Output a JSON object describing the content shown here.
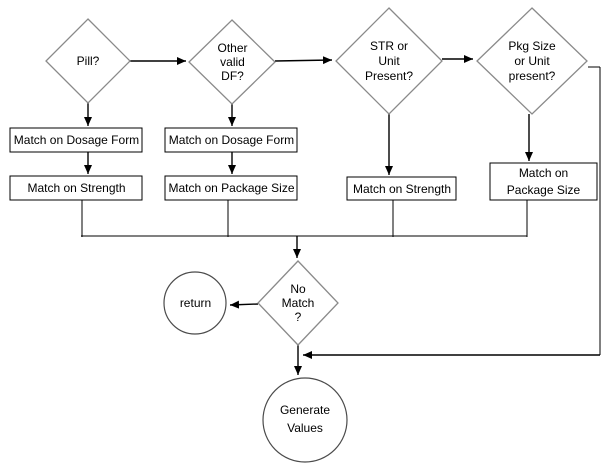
{
  "diagram": {
    "title": "drug matching flowchart",
    "type": "flowchart",
    "colors": {
      "background": "#ffffff",
      "connector": "#000000",
      "decision_border": "#8a8a8a",
      "process_border": "#000000",
      "terminal_border": "#4b4b4b",
      "text": "#000000"
    },
    "nodes": {
      "pill": {
        "shape": "diamond",
        "label": "Pill?"
      },
      "other_valid_df": {
        "shape": "diamond",
        "label": "Other\nvalid\nDF?"
      },
      "str_unit_present": {
        "shape": "diamond",
        "label": "STR or\nUnit\nPresent?"
      },
      "pkg_unit_present": {
        "shape": "diamond",
        "label": "Pkg Size\nor Unit\npresent?"
      },
      "match_dosage_form_1": {
        "shape": "rect",
        "label": "Match on Dosage Form"
      },
      "match_strength_1": {
        "shape": "rect",
        "label": "Match on Strength"
      },
      "match_dosage_form_2": {
        "shape": "rect",
        "label": "Match on Dosage Form"
      },
      "match_package_size_1": {
        "shape": "rect",
        "label": "Match on Package Size"
      },
      "match_strength_2": {
        "shape": "rect",
        "label": "Match on Strength"
      },
      "match_package_size_2": {
        "shape": "rect",
        "label": "Match on\nPackage Size"
      },
      "no_match": {
        "shape": "diamond",
        "label": "No\nMatch\n?"
      },
      "return": {
        "shape": "circle",
        "label": "return"
      },
      "generate_values": {
        "shape": "circle",
        "label": "Generate\nValues"
      }
    },
    "edges": [
      {
        "from": "pill",
        "to": "other_valid_df"
      },
      {
        "from": "other_valid_df",
        "to": "str_unit_present"
      },
      {
        "from": "str_unit_present",
        "to": "pkg_unit_present"
      },
      {
        "from": "pill",
        "to": "match_dosage_form_1"
      },
      {
        "from": "match_dosage_form_1",
        "to": "match_strength_1"
      },
      {
        "from": "other_valid_df",
        "to": "match_dosage_form_2"
      },
      {
        "from": "match_dosage_form_2",
        "to": "match_package_size_1"
      },
      {
        "from": "str_unit_present",
        "to": "match_strength_2"
      },
      {
        "from": "pkg_unit_present",
        "to": "match_package_size_2"
      },
      {
        "from": "match_strength_1",
        "to": "no_match"
      },
      {
        "from": "match_package_size_1",
        "to": "no_match"
      },
      {
        "from": "match_strength_2",
        "to": "no_match"
      },
      {
        "from": "match_package_size_2",
        "to": "no_match"
      },
      {
        "from": "no_match",
        "to": "return"
      },
      {
        "from": "no_match",
        "to": "generate_values"
      },
      {
        "from": "pkg_unit_present",
        "to": "generate_values"
      }
    ]
  }
}
